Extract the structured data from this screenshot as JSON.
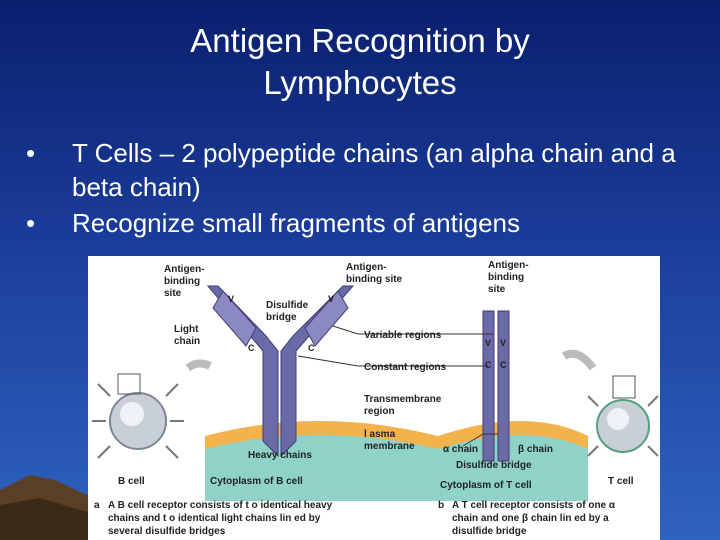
{
  "slide": {
    "title_line1": "Antigen Recognition by",
    "title_line2": "Lymphocytes",
    "bullet_glyph": "•",
    "bullets": [
      "T Cells – 2 polypeptide chains (an alpha chain and a beta chain)",
      "Recognize small fragments of antigens"
    ]
  },
  "figure": {
    "b_site_1": "Antigen-",
    "b_site_2": "binding",
    "b_site_3": "site",
    "center_site_1": "Antigen-",
    "center_site_2": "binding site",
    "t_site_1": "Antigen-",
    "t_site_2": "binding",
    "t_site_3": "site",
    "disulfide_1": "Disulfide",
    "disulfide_2": "bridge",
    "light_chain_1": "Light",
    "light_chain_2": "chain",
    "variable_regions": "Variable regions",
    "constant_regions": "Constant regions",
    "transmembrane_1": "Transmembrane",
    "transmembrane_2": "region",
    "plasma_1": "l asma",
    "plasma_2": "membrane",
    "heavy_chains": "Heavy chains",
    "cytoplasm_b": "Cytoplasm of B cell",
    "cytoplasm_t": "Cytoplasm of T cell",
    "alpha_chain": "α chain",
    "beta_chain": "β chain",
    "disulfide_bridge": "Disulfide bridge",
    "b_cell": "B cell",
    "t_cell": "T cell",
    "V": "V",
    "C": "C",
    "caption_a_letter": "a",
    "caption_a_1": "A B cell receptor consists of t o identical heavy",
    "caption_a_2": "chains and t o identical light chains lin ed by",
    "caption_a_3": "several disulfide bridges",
    "caption_b_letter": "b",
    "caption_b_1": "A T cell receptor consists of one α",
    "caption_b_2": "chain and one β chain lin ed by a",
    "caption_b_3": "disulfide bridge",
    "colors": {
      "chain_purple": "#6b6aa8",
      "membrane_orange": "#f3b24c",
      "cytoplasm_teal": "#8fd3c8",
      "background_blue": "#1b3d9a"
    }
  }
}
